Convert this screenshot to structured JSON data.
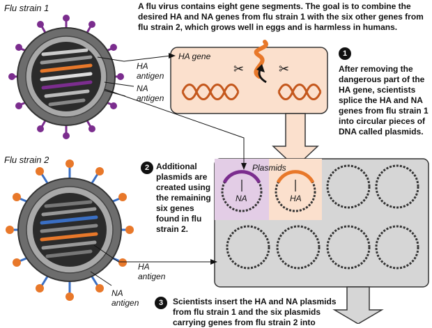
{
  "intro_text": "A flu virus contains eight gene segments. The goal is to combine the desired HA and NA genes from flu strain 1 with the six other genes from flu strain 2, which grows well in eggs and is harmless in humans.",
  "strain1": {
    "title": "Flu strain 1",
    "ha_label": "HA antigen",
    "na_label": "NA antigen"
  },
  "strain2": {
    "title": "Flu strain 2",
    "ha_label": "HA antigen",
    "na_label": "NA antigen"
  },
  "ha_gene_label": "HA gene",
  "plasmids_label": "Plasmids",
  "plasmid_na": "NA",
  "plasmid_ha": "HA",
  "steps": [
    {
      "number": "1",
      "text": "After removing the dangerous part of the HA gene, scientists splice the HA and NA genes from flu strain 1 into circular pieces of DNA called plasmids."
    },
    {
      "number": "2",
      "text": "Additional plasmids are created using the remaining six genes found in flu strain 2."
    },
    {
      "number": "3",
      "text": "Scientists insert the HA and NA plasmids from flu strain 1 and the six plasmids carrying genes from flu strain 2 into"
    }
  ],
  "colors": {
    "ha_orange": "#e8782a",
    "na_purple": "#7b2d8e",
    "strain2_blue": "#3a6fc4",
    "panel_peach": "#fbe0cd",
    "panel_gray": "#d6d6d6",
    "plasmid_lilac": "#e3cde6"
  }
}
